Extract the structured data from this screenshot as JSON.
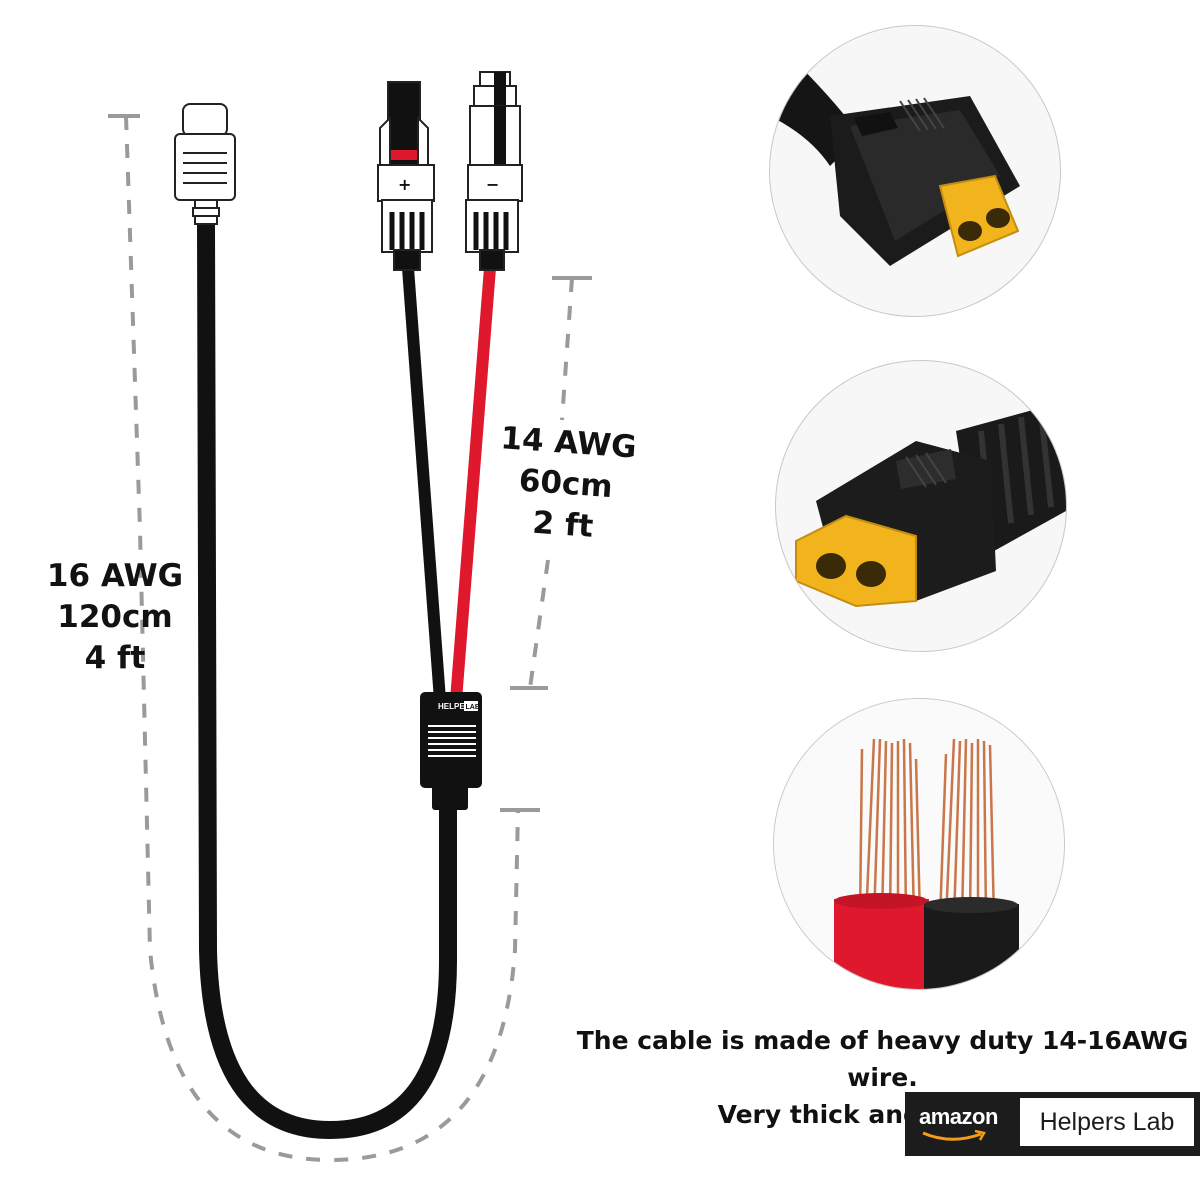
{
  "cable_specs": {
    "long_lead": {
      "gauge": "16 AWG",
      "length_metric": "120cm",
      "length_imperial": "4 ft"
    },
    "short_lead": {
      "gauge": "14 AWG",
      "length_metric": "60cm",
      "length_imperial": "2 ft"
    }
  },
  "connector_markings": {
    "positive": "+",
    "negative": "−"
  },
  "splitter_label": {
    "brand": "HELPERS",
    "badge": "LAB"
  },
  "caption": {
    "line1": "The cable is made of heavy duty 14-16AWG wire.",
    "line2": "Very thick and durable."
  },
  "store_badge": {
    "marketplace": "amazon",
    "store_name": "Helpers Lab"
  },
  "colors": {
    "cable_black": "#111111",
    "cable_red": "#e0182d",
    "connector_yellow": "#f2b41c",
    "copper": "#c8764a",
    "dashed_guide": "#9a9a9a"
  }
}
